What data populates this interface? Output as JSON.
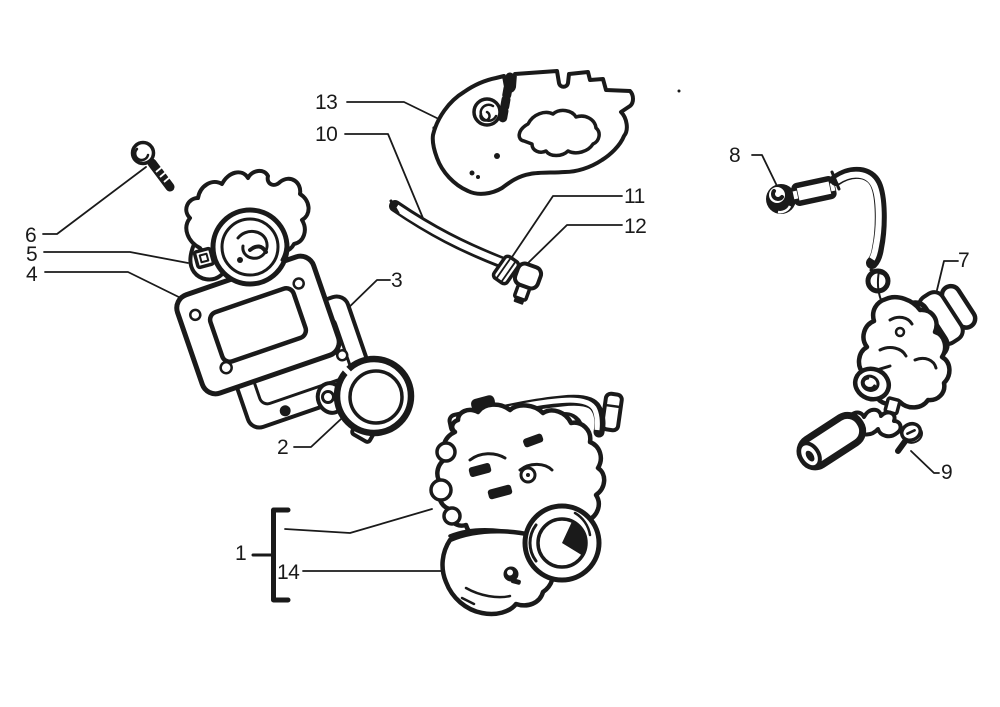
{
  "diagram": {
    "kind": "exploded parts diagram",
    "background_color": "#ffffff",
    "line_color": "#1a1a1a"
  },
  "labels": {
    "p1": "1",
    "p2": "2",
    "p3": "3",
    "p4": "4",
    "p5": "5",
    "p6": "6",
    "p7": "7",
    "p8": "8",
    "p9": "9",
    "p10": "10",
    "p11": "11",
    "p12": "12",
    "p13": "13",
    "p14": "14"
  }
}
